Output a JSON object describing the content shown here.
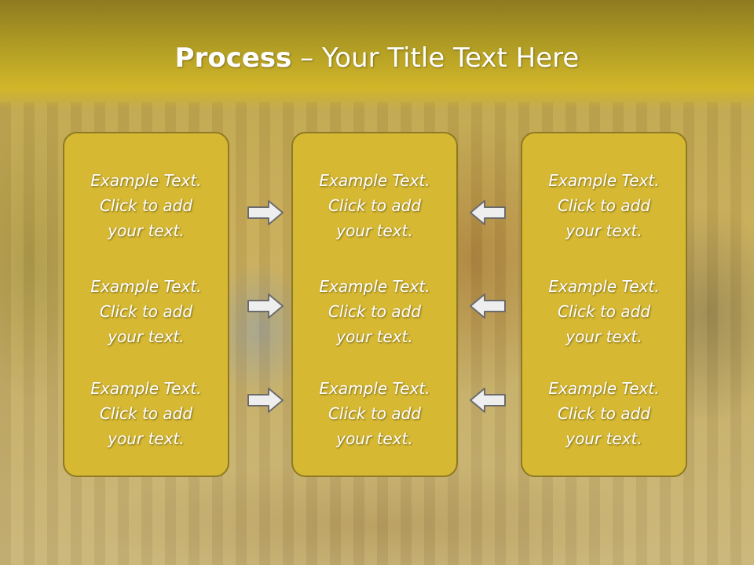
{
  "title": {
    "bold": "Process",
    "dash": " – ",
    "rest": "Your Title Text Here"
  },
  "columns": [
    {
      "items": [
        {
          "line1": "Example Text.",
          "line2": "Click  to add",
          "line3": "your text."
        },
        {
          "line1": "Example Text.",
          "line2": "Click  to add",
          "line3": "your text."
        },
        {
          "line1": "Example Text.",
          "line2": "Click  to add",
          "line3": "your text."
        }
      ]
    },
    {
      "items": [
        {
          "line1": "Example Text.",
          "line2": "Click  to add",
          "line3": "your text."
        },
        {
          "line1": "Example Text.",
          "line2": "Click  to add",
          "line3": "your text."
        },
        {
          "line1": "Example Text.",
          "line2": "Click  to add",
          "line3": "your text."
        }
      ]
    },
    {
      "items": [
        {
          "line1": "Example Text.",
          "line2": "Click  to add",
          "line3": "your text."
        },
        {
          "line1": "Example Text.",
          "line2": "Click  to add",
          "line3": "your text."
        },
        {
          "line1": "Example Text.",
          "line2": "Click  to add",
          "line3": "your text."
        }
      ]
    }
  ],
  "arrows": {
    "left_group": "right-arrow-icon",
    "right_group": "left-arrow-icon"
  },
  "colors": {
    "box_fill": "#d6b832",
    "box_border": "#8e7a24",
    "header": "#b39f24"
  }
}
